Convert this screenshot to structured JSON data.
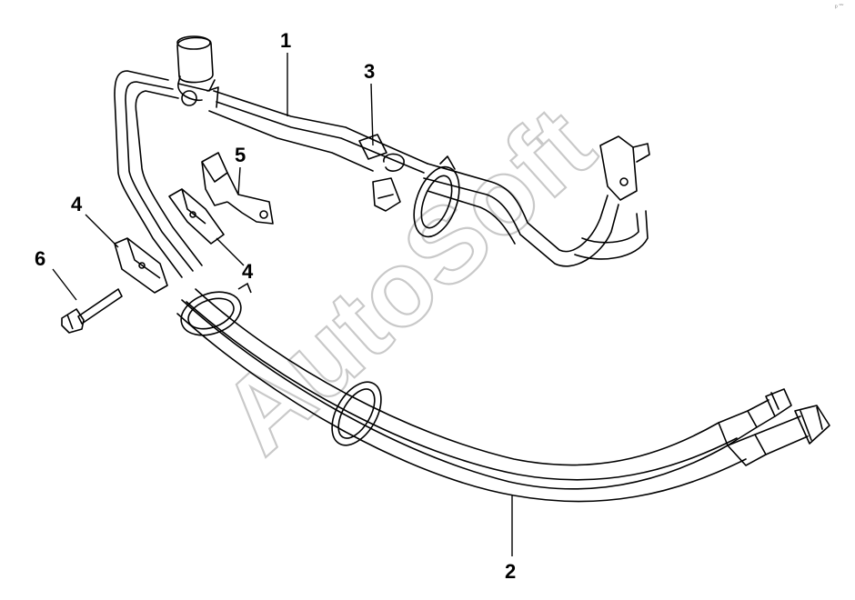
{
  "diagram": {
    "callouts": [
      {
        "id": "1",
        "label": "1"
      },
      {
        "id": "2",
        "label": "2"
      },
      {
        "id": "3",
        "label": "3"
      },
      {
        "id": "4a",
        "label": "4"
      },
      {
        "id": "4b",
        "label": "4"
      },
      {
        "id": "5",
        "label": "5"
      },
      {
        "id": "6",
        "label": "6"
      }
    ],
    "watermark": "AutoSoft",
    "corner_mark": "ᵖ ˜˜"
  }
}
